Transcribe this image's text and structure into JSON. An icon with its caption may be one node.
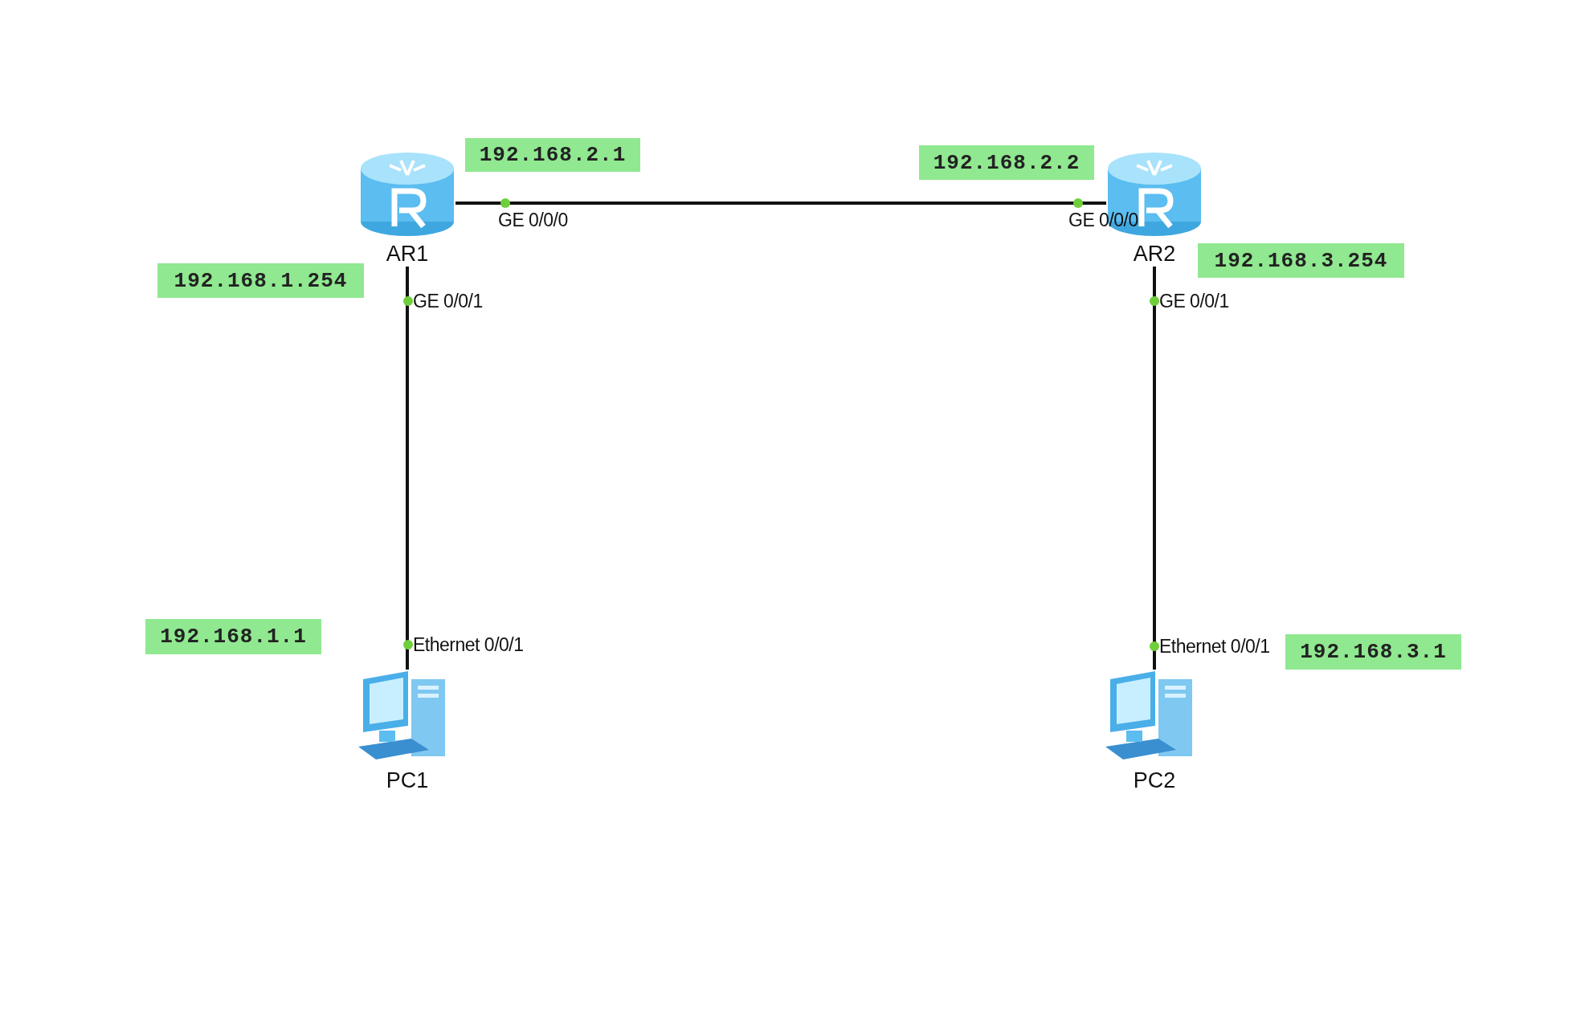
{
  "diagram": {
    "nodes": [
      {
        "text": [
          "AR1"
        ]
      },
      {
        "text": [
          "AR2"
        ]
      },
      {
        "text": [
          "PC1"
        ]
      },
      {
        "text": [
          "PC2"
        ]
      }
    ],
    "edges": [
      {
        "from": 0,
        "to": 1,
        "arrow": "none"
      },
      {
        "from": 0,
        "to": 2,
        "arrow": "none"
      },
      {
        "from": 1,
        "to": 3,
        "arrow": "none"
      }
    ],
    "labels": [
      "192.168.2.1",
      "192.168.2.2",
      "GE 0/0/0",
      "GE 0/0/0",
      "192.168.3.254",
      "192.168.1.254",
      "GE 0/0/1",
      "GE 0/0/1",
      "192.168.1.1",
      "Ethernet 0/0/1",
      "Ethernet 0/0/1",
      "192.168.3.1"
    ]
  }
}
